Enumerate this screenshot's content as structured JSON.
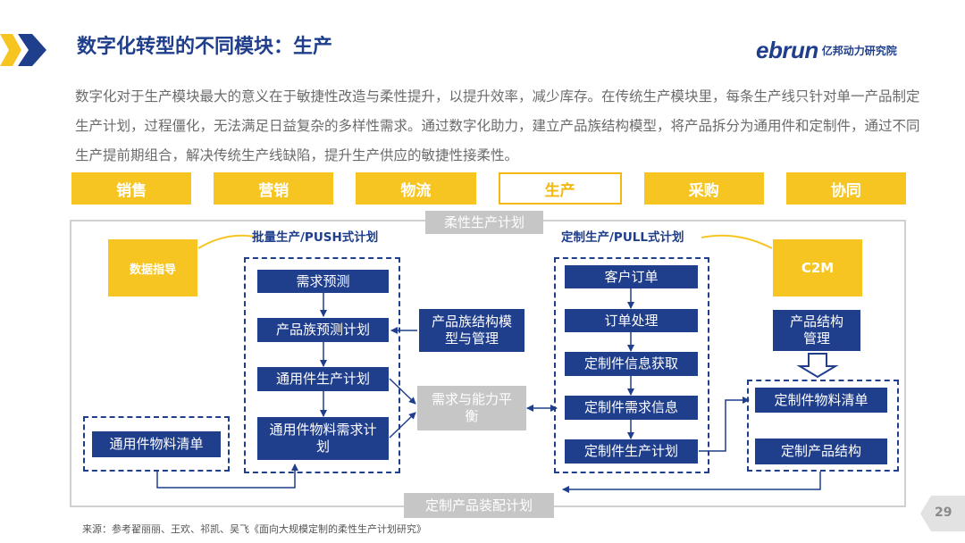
{
  "header": {
    "title": "数字化转型的不同模块：生产",
    "brand_logo": "ebrun",
    "brand_sub": "亿邦动力研究院"
  },
  "intro": "数字化对于生产模块最大的意义在于敏捷性改造与柔性提升，以提升效率，减少库存。在传统生产模块里，每条生产线只针对单一产品制定生产计划，过程僵化，无法满足日益复杂的多样性需求。通过数字化助力，建立产品族结构模型，将产品拆分为通用件和定制件，通过不同生产提前期组合，解决传统生产线缺陷，提升生产供应的敏捷性接柔性。",
  "tabs": [
    {
      "label": "销售",
      "active": false
    },
    {
      "label": "营销",
      "active": false
    },
    {
      "label": "物流",
      "active": false
    },
    {
      "label": "生产",
      "active": true
    },
    {
      "label": "采购",
      "active": false
    },
    {
      "label": "协同",
      "active": false
    }
  ],
  "diagram": {
    "top_center": "柔性生产计划",
    "bottom_center": "定制产品装配计划",
    "push_label": "批量生产/PUSH式计划",
    "pull_label": "定制生产/PULL式计划",
    "data_box": "数据指导",
    "c2m_box": "C2M",
    "push_steps": [
      "需求预测",
      "产品族预测计划",
      "通用件生产计划",
      "通用件物料需求计划"
    ],
    "family_model": "产品族结构模型与管理",
    "balance": "需求与能力平衡",
    "general_bom": "通用件物料清单",
    "pull_steps": [
      "客户订单",
      "订单处理",
      "定制件信息获取",
      "定制件需求信息",
      "定制件生产计划"
    ],
    "product_structure": "产品结构管理",
    "custom_bom": "定制件物料清单",
    "custom_structure": "定制产品结构"
  },
  "footer": {
    "source": "来源：参考翟丽丽、王欢、祁凯、吴飞《面向大规模定制的柔性生产计划研究》",
    "page_number": "29"
  },
  "colors": {
    "navy": "#1f3e8c",
    "yellow": "#f6c521",
    "grey": "#c6c6c6"
  }
}
